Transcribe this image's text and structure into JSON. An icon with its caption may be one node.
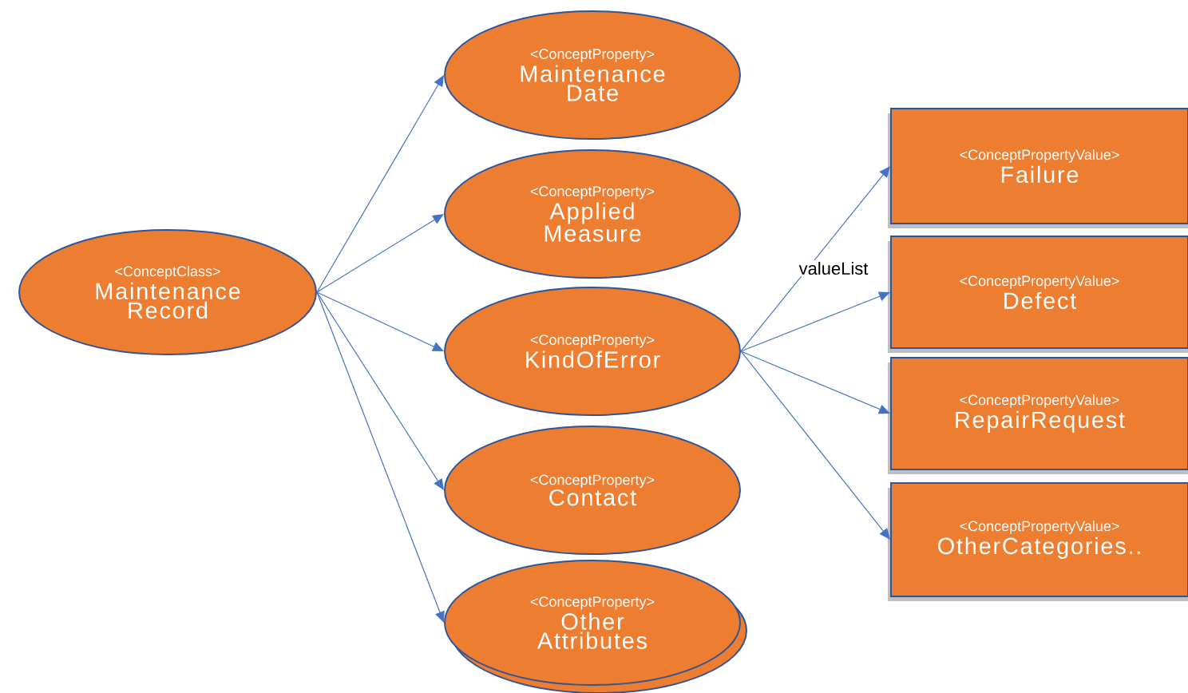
{
  "diagram": {
    "nodes": [
      {
        "text": [
          "<ConceptClass>",
          "Maintenance Record"
        ]
      },
      {
        "text": [
          "<ConceptProperty>",
          "Maintenance Date"
        ]
      },
      {
        "text": [
          "<ConceptProperty>",
          "Applied Measure"
        ]
      },
      {
        "text": [
          "<ConceptProperty>",
          "KindOfError"
        ]
      },
      {
        "text": [
          "<ConceptProperty>",
          "Contact"
        ]
      },
      {
        "text": [
          "<ConceptProperty>",
          "Other Attributes"
        ]
      },
      {
        "text": [
          "<ConceptPropertyValue>",
          "Failure"
        ]
      },
      {
        "text": [
          "<ConceptPropertyValue>",
          "Defect"
        ]
      },
      {
        "text": [
          "<ConceptPropertyValue>",
          "RepairRequest"
        ]
      },
      {
        "text": [
          "<ConceptPropertyValue>",
          "OtherCategories.."
        ]
      }
    ],
    "edges": [
      {
        "from": 0,
        "to": 1,
        "arrow": "to"
      },
      {
        "from": 0,
        "to": 2,
        "arrow": "to"
      },
      {
        "from": 0,
        "to": 3,
        "arrow": "to"
      },
      {
        "from": 0,
        "to": 4,
        "arrow": "to"
      },
      {
        "from": 0,
        "to": 5,
        "arrow": "to"
      },
      {
        "from": 3,
        "to": 6,
        "arrow": "to",
        "label": "valueList"
      },
      {
        "from": 3,
        "to": 7,
        "arrow": "to"
      },
      {
        "from": 3,
        "to": 8,
        "arrow": "to"
      },
      {
        "from": 3,
        "to": 9,
        "arrow": "to"
      }
    ]
  }
}
